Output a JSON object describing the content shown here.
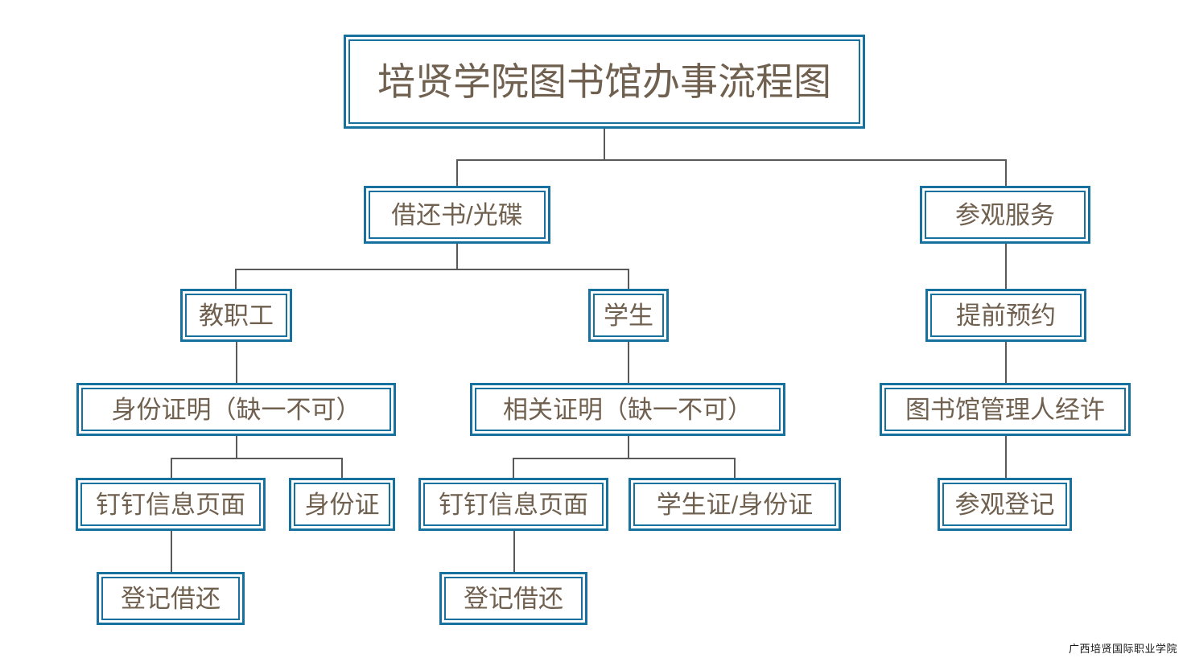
{
  "diagram": {
    "title": "培贤学院图书馆办事流程图",
    "colors": {
      "border": "#17719F",
      "text": "#70604F",
      "connector": "#595959",
      "background": "#ffffff"
    },
    "nodes": {
      "title": "培贤学院图书馆办事流程图",
      "borrow": "借还书/光碟",
      "visit": "参观服务",
      "staff": "教职工",
      "student": "学生",
      "reserve": "提前预约",
      "id_proof": "身份证明（缺一不可）",
      "related_proof": "相关证明（缺一不可）",
      "permit": "图书馆管理人经许",
      "dingtalk_staff": "钉钉信息页面",
      "id_card": "身份证",
      "dingtalk_student": "钉钉信息页面",
      "student_card": "学生证/身份证",
      "visit_register": "参观登记",
      "register_staff": "登记借还",
      "register_student": "登记借还"
    }
  },
  "footer": {
    "watermark": "广西培贤国际职业学院"
  }
}
